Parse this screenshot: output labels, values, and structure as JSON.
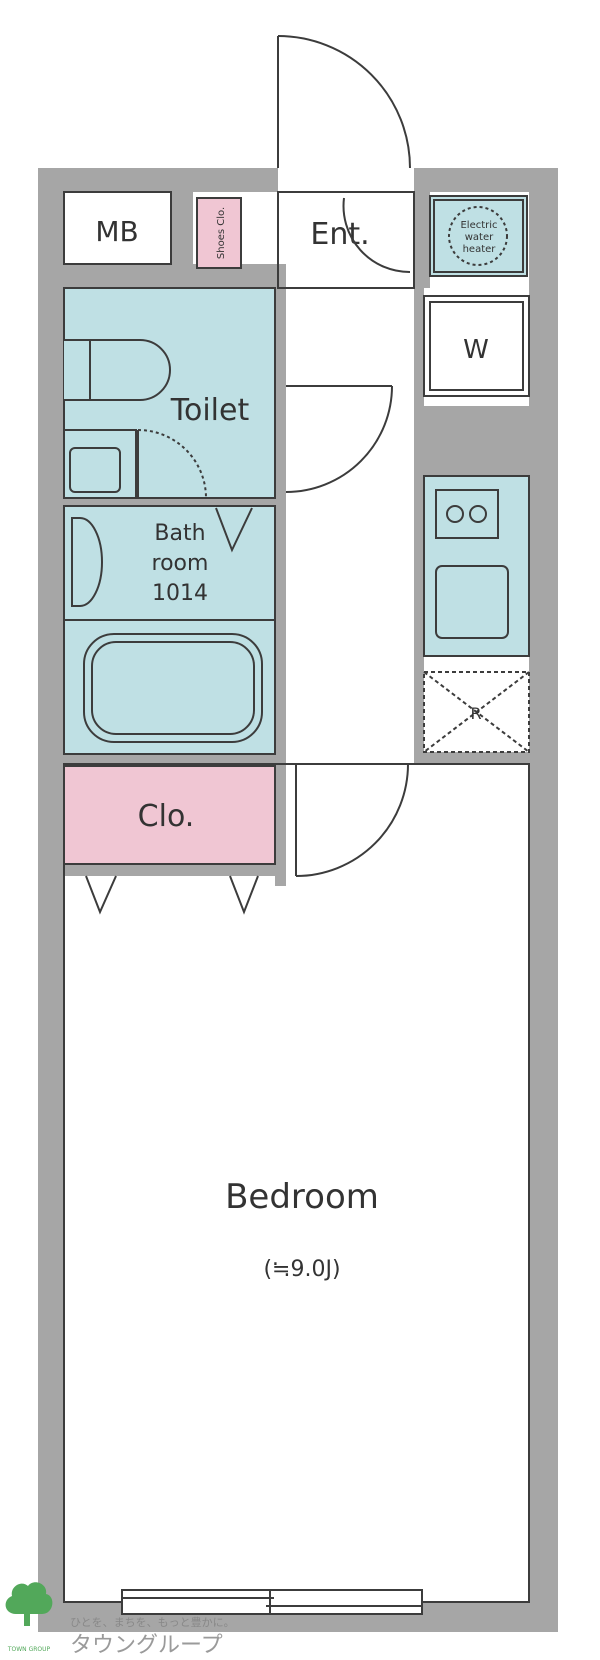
{
  "labels": {
    "mb": "MB",
    "shoes": "Shoes Clo.",
    "entrance": "Ent.",
    "water_heater": [
      "Electric",
      "water",
      "heater"
    ],
    "washer": "W",
    "toilet": "Toilet",
    "bathroom": [
      "Bath",
      "room",
      "1014"
    ],
    "fridge": "R",
    "closet": "Clo.",
    "bedroom": "Bedroom",
    "bedroom_size": "(≒9.0J)"
  },
  "logo": {
    "tagline": "ひとを、まちを、もっと豊かに。",
    "name": "タウングループ",
    "sub": "TOWN GROUP"
  },
  "colors": {
    "wall": "#a6a6a6",
    "line": "#3c3c3c",
    "wet_area": "#bfe0e4",
    "storage": "#f0c6d3",
    "logo_green": "#52a85a"
  }
}
